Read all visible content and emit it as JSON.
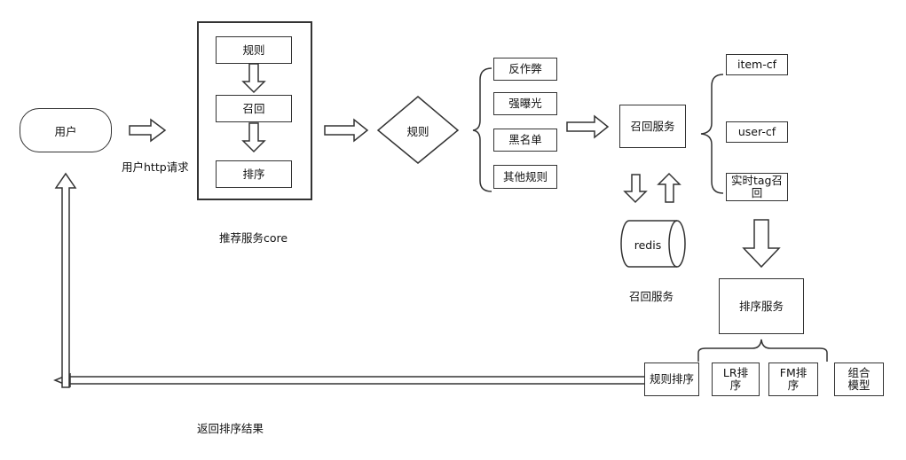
{
  "nodes": {
    "user": "用户",
    "user_request": "用户http请求",
    "core_rule": "规则",
    "core_recall": "召回",
    "core_sort": "排序",
    "core_caption": "推荐服务core",
    "rule_diamond": "规则",
    "filter_anti_cheat": "反作弊",
    "filter_exposure": "强曝光",
    "filter_blacklist": "黑名单",
    "filter_other": "其他规则",
    "recall_service": "召回服务",
    "redis": "redis",
    "redis_caption": "召回服务",
    "item_cf": "item-cf",
    "user_cf": "user-cf",
    "realtime_tag": "实时tag召回",
    "sort_service": "排序服务",
    "sort_rule": "规则排序",
    "sort_lr": "LR排序",
    "sort_fm": "FM排序",
    "sort_combo": "组合模型",
    "return_result": "返回排序结果"
  }
}
